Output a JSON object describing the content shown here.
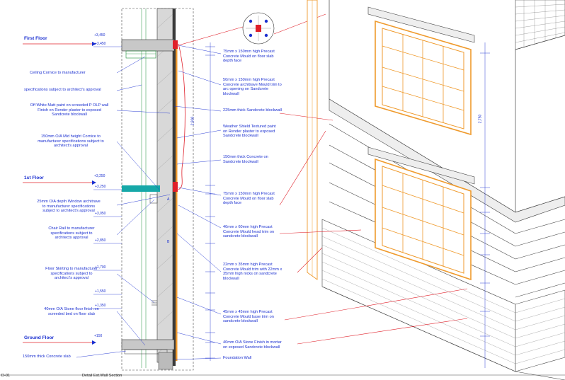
{
  "levels": [
    {
      "label": "First Floor",
      "elev": "+3,450"
    },
    {
      "label": "1st Floor",
      "elev": "+3,250"
    },
    {
      "label": "Ground Floor",
      "elev": "+150"
    }
  ],
  "small_elevations": [
    "+3,450",
    "+3,250",
    "+3,050",
    "+2,850",
    "+1,700",
    "+1,550",
    "+1,350"
  ],
  "left_labels": [
    "Ceiling Cornice to manufacturer",
    "specifications subject to architect's approval",
    "Off White Matt paint on screeded P OLP wall\nFinish on Render plaster to exposed\nSandcrete blockwall",
    "150mm O/A Mid height Cornice to\nmanufacturer specifications subject to\narchitect's approval",
    "25mm O/A depth Window architrave\nto manufacturer specifications\nsubject to architect's approval",
    "Chair Rail to manufacturer\nspecifications subject to\narchitects approval",
    "Floor Skirting to manufacturer\nspecifications subject to\narchitect's approval",
    "40mm O/A Stone floor finish on\nscreeded bed on floor slab",
    "150mm thick Concrete slab"
  ],
  "right_labels": [
    "75mm x 150mm high Precast\nConcrete Mould on floor slab\ndepth face",
    "50mm x 150mm high Precast\nConcrete architrave Mould trim to\narc opening on Sandcrete\nblockwall",
    "225mm thick Sandcrete blockwall",
    "Weather Shield Textured paint\non Render plaster to exposed\nSandcrete blockwall",
    "150mm thick Concrete on\nSandcrete blockwall",
    "75mm x 150mm high Precast\nConcrete Mould on floor slab\ndepth face",
    "40mm x 60mm high Precast\nConcrete Mould head trim on\nsandcrete blockwall",
    "22mm x 35mm high Precast\nConcrete Mould trim with 22mm x\n35mm high nicks on sandcrete\nblockwall",
    "45mm x 45mm high Precast\nConcrete Mould base trim on\nsandcrete blockwall",
    "40mm O/A Stone Finish in mortar\non exposed Sandcrete blockwall",
    "Foundation Wall"
  ],
  "dims": [
    "2,900",
    "2,750"
  ],
  "callout_tags": [
    "A",
    "B"
  ],
  "sheet_code": "D-01",
  "sheet_title": "Detail Ext.Wall Section",
  "colors": {
    "ink": "#1a2fd0",
    "red": "#e0202a",
    "orange": "#ef9a2c",
    "teal": "#16a8a8",
    "green": "#1f8f3a",
    "dark": "#222222"
  }
}
